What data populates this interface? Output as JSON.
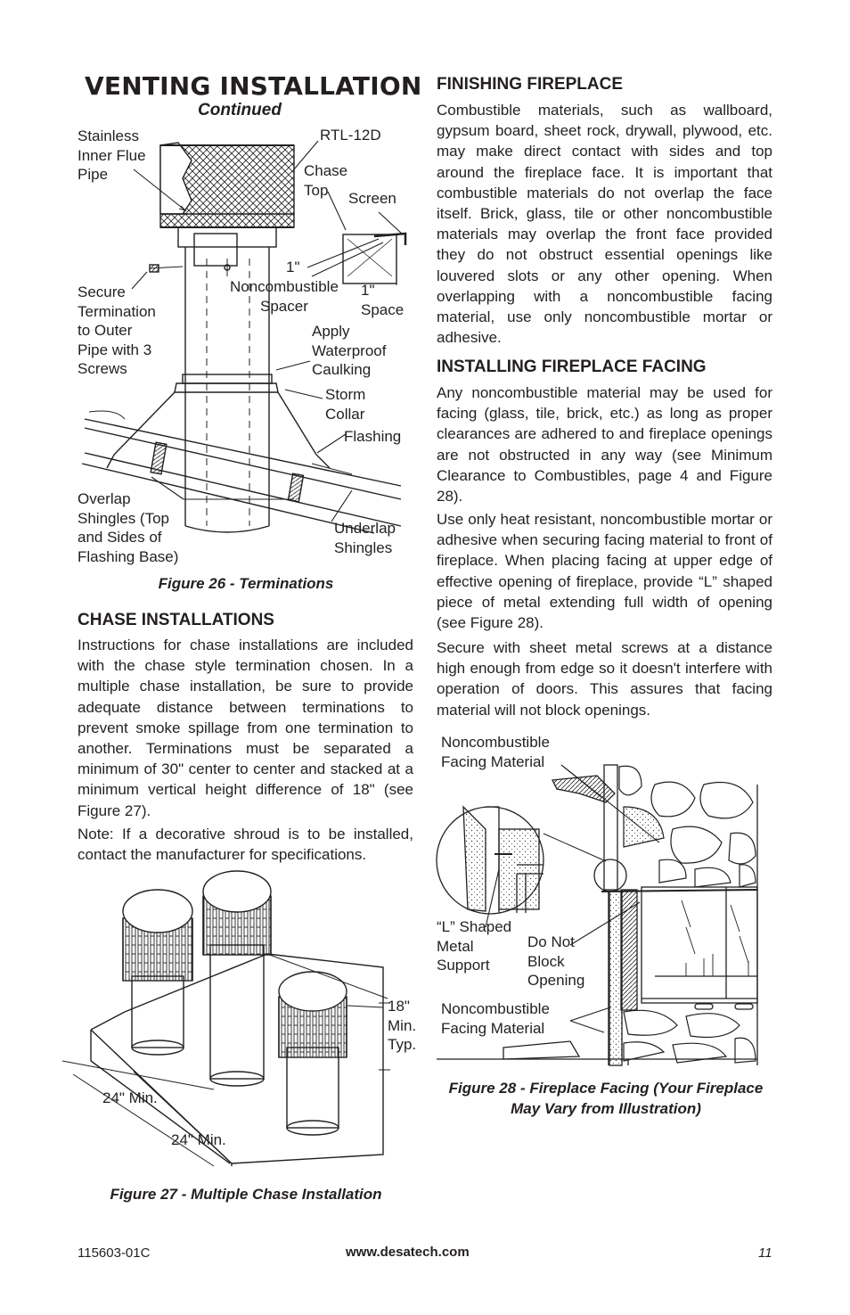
{
  "header": {
    "title": "VENTING INSTALLATION",
    "subtitle": "Continued"
  },
  "figure26": {
    "labels": {
      "stainless": "Stainless\nInner Flue\nPipe",
      "rtl": "RTL-12D",
      "chase_top": "Chase\nTop",
      "screen": "Screen",
      "one_inch_a": "1\"",
      "noncomb_spacer": "Noncombustible\nSpacer",
      "one_inch_space": "1\"\nSpace",
      "secure": "Secure\nTermination\nto Outer\nPipe with 3\nScrews",
      "apply": "Apply\nWaterproof\nCaulking",
      "storm": "Storm\nCollar",
      "flashing": "Flashing",
      "overlap": "Overlap\nShingles (Top\nand Sides of\nFlashing Base)",
      "underlap": "Underlap\nShingles"
    },
    "caption": "Figure 26 - Terminations"
  },
  "chase": {
    "heading": "CHASE INSTALLATIONS",
    "p1": "Instructions for chase installations are included with the chase style termination chosen. In a multiple chase installation, be sure to provide adequate distance between terminations to prevent smoke spillage from one termination to another. Terminations must be separated a minimum of 30\" center to center and stacked at a minimum vertical height difference of 18\" (see Figure 27).",
    "p2": "Note: If a decorative shroud is to be installed, contact the manufacturer for specifications."
  },
  "figure27": {
    "labels": {
      "min18": "18\"\nMin.\nTyp.",
      "min24a": "24\" Min.",
      "min24b": "24\" Min."
    },
    "caption": "Figure 27 - Multiple Chase Installation"
  },
  "finishing": {
    "heading": "FINISHING FIREPLACE",
    "p1": "Combustible materials, such as wallboard, gypsum board, sheet rock, drywall, plywood, etc. may make direct contact with sides and top around the fireplace face. It is important that combustible materials do not overlap the face itself. Brick, glass, tile or other noncombustible materials may overlap the front face provided they do not obstruct essential openings like louvered slots or any other opening. When overlapping with a noncombustible facing material, use only noncombustible mortar or adhesive."
  },
  "facing": {
    "heading": "INSTALLING FIREPLACE FACING",
    "p1": "Any noncombustible material may be used for facing (glass, tile, brick, etc.) as long as proper clearances are adhered to and fireplace openings are not obstructed in any way (see Minimum Clearance to Combustibles, page 4 and Figure 28).",
    "p2": "Use only heat resistant, noncombustible mortar or adhesive when securing facing material to front of fireplace. When placing facing at upper edge of effective opening of fireplace, provide “L” shaped piece of metal extending full width of opening (see Figure 28).",
    "p3": "Secure with sheet metal screws at a distance high enough from edge so it doesn't interfere with operation of doors. This assures that facing material will not block openings."
  },
  "figure28": {
    "labels": {
      "noncomb_top": "Noncombustible\nFacing Material",
      "lshaped": "“L” Shaped\nMetal\nSupport",
      "donot": "Do Not\nBlock\nOpening",
      "noncomb_bottom": "Noncombustible\nFacing Material"
    },
    "caption": "Figure 28 - Fireplace Facing (Your Fireplace May Vary from Illustration)"
  },
  "footer": {
    "doc_number": "115603-01C",
    "website": "www.desatech.com",
    "page": "11"
  }
}
